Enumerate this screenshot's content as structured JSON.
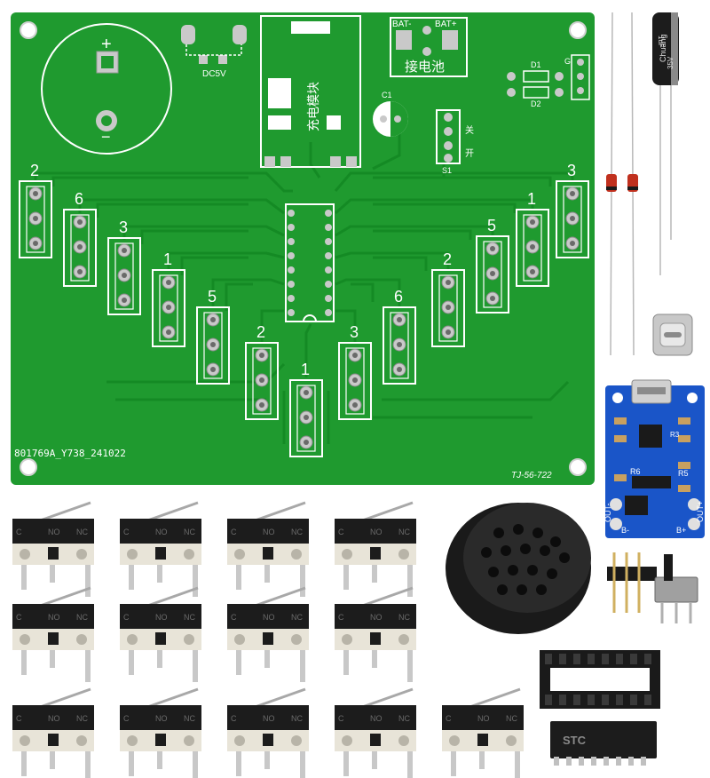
{
  "pcb": {
    "board_color": "#1f9a2f",
    "silk_color": "#ffffff",
    "pad_color": "#c9c9c9",
    "trace_color": "#148a24",
    "part_no": "801769A_Y738_241022",
    "tj_code": "TJ-56-722",
    "dc_label": "DC5V",
    "bat_minus": "BAT-",
    "bat_plus": "BAT+",
    "battery_label": "接电池",
    "charge_module_label": "充电模块",
    "c1_label": "C1",
    "switch_label": "S1",
    "switch_off": "关",
    "switch_on": "开",
    "d1_label": "D1",
    "d2_label": "D2",
    "g_label": "G",
    "plus_sign": "+",
    "minus_sign": "−",
    "key_numbers": [
      "2",
      "6",
      "3",
      "1",
      "5",
      "2",
      "1",
      "3",
      "6",
      "2",
      "5",
      "1",
      "3"
    ]
  },
  "module": {
    "board_color": "#1a55c8",
    "r3": "R3",
    "r6": "R6",
    "r5": "R5",
    "out_minus": "OUT-",
    "out_plus": "OUT+",
    "b_minus": "B-",
    "b_plus": "B+"
  },
  "capacitor": {
    "brand": "Chuang",
    "value": "1uF",
    "voltage": "35V"
  },
  "microswitch": {
    "no": "NO",
    "nc": "NC",
    "c": "C"
  },
  "ic": {
    "brand": "STC"
  }
}
